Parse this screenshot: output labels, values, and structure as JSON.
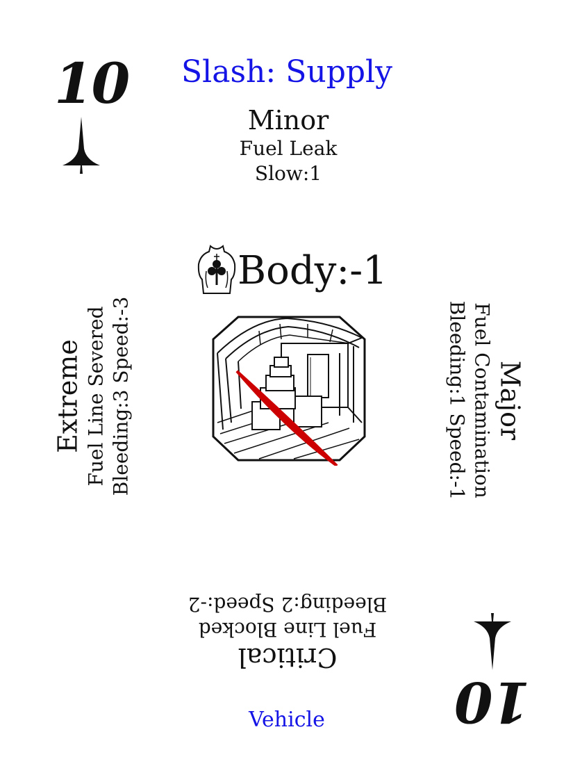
{
  "card": {
    "rank": "10",
    "title": "Slash: Supply",
    "body_modifier": "Body:-1",
    "footer": "Vehicle",
    "colors": {
      "accent": "#1414e6",
      "slash": "#cc0000",
      "ink": "#111111"
    },
    "icons": {
      "suit": "spade-dagger-icon",
      "body": "torso-club-icon",
      "art": "cargo-hold-illustration"
    }
  },
  "severities": {
    "minor": {
      "name": "Minor",
      "effect": "Fuel Leak",
      "stats": "Slow:1"
    },
    "major": {
      "name": "Major",
      "effect": "Fuel Contamination",
      "stats": "Bleeding:1 Speed:-1"
    },
    "critical": {
      "name": "Critical",
      "effect": "Fuel Line Blocked",
      "stats": "Bleeding:2 Speed:-2"
    },
    "extreme": {
      "name": "Extreme",
      "effect": "Fuel Line Severed",
      "stats": "Bleeding:3 Speed:-3"
    }
  }
}
